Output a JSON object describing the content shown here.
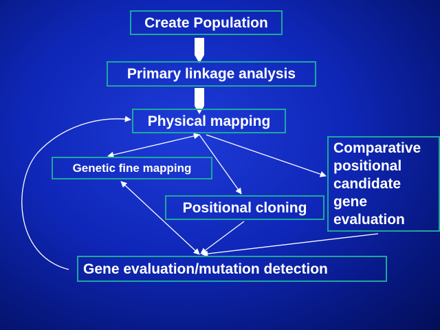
{
  "diagram": {
    "nodes": {
      "create_population": "Create Population",
      "primary_linkage": "Primary linkage analysis",
      "physical_mapping": "Physical mapping",
      "genetic_fine_mapping": "Genetic fine mapping",
      "positional_cloning": "Positional cloning",
      "comparative_lines": [
        "Comparative",
        "positional",
        "candidate",
        "gene",
        "evaluation"
      ],
      "gene_evaluation": "Gene evaluation/mutation detection"
    },
    "edges": [
      {
        "from": "Create Population",
        "to": "Primary linkage analysis"
      },
      {
        "from": "Primary linkage analysis",
        "to": "Physical mapping"
      },
      {
        "from": "Physical mapping",
        "to": "Genetic fine mapping"
      },
      {
        "from": "Physical mapping",
        "to": "Positional cloning"
      },
      {
        "from": "Physical mapping",
        "to": "Comparative positional candidate gene evaluation"
      },
      {
        "from": "Genetic fine mapping",
        "to": "Gene evaluation/mutation detection",
        "bidirectional": true
      },
      {
        "from": "Positional cloning",
        "to": "Gene evaluation/mutation detection"
      },
      {
        "from": "Comparative positional candidate gene evaluation",
        "to": "Gene evaluation/mutation detection"
      },
      {
        "from": "Gene evaluation/mutation detection",
        "to": "Physical mapping",
        "style": "curved-feedback"
      }
    ],
    "colors": {
      "background": "#0f27b8",
      "box_border": "#1fa89a",
      "text": "#ffffff",
      "arrows": "#ffffff"
    }
  }
}
